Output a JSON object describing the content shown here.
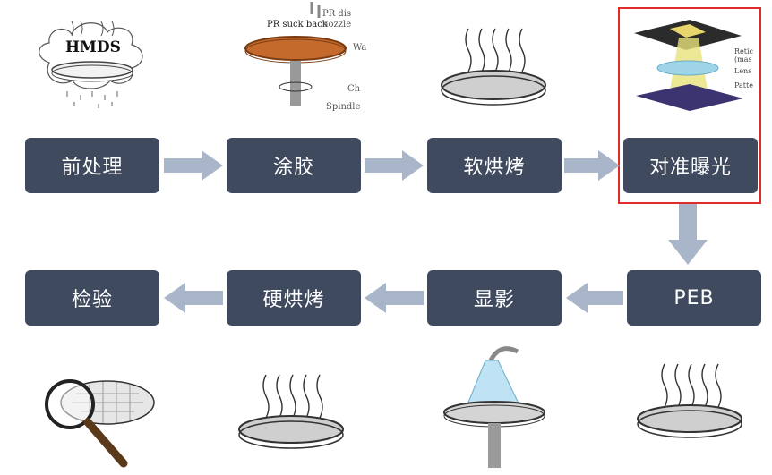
{
  "steps_row1": [
    {
      "id": "pretreat",
      "label": "前处理"
    },
    {
      "id": "coating",
      "label": "涂胶"
    },
    {
      "id": "softbake",
      "label": "软烘烤"
    },
    {
      "id": "exposure",
      "label": "对准曝光"
    }
  ],
  "steps_row2": [
    {
      "id": "inspect",
      "label": "检验"
    },
    {
      "id": "hardbake",
      "label": "硬烘烤"
    },
    {
      "id": "develop",
      "label": "显影"
    },
    {
      "id": "peb",
      "label": "PEB"
    }
  ],
  "illustrations": {
    "hmds": {
      "label": "HMDS"
    },
    "coater": {
      "suck_back": "PR suck back",
      "nozzle_1": "PR dis",
      "nozzle_2": "nozzle",
      "wafer": "Wa",
      "chuck": "Ch",
      "spindle": "Spindle"
    },
    "exposure": {
      "reticle": "Retic",
      "reticle2": "(mas",
      "lens": "Lens",
      "pattern": "Patte"
    }
  },
  "colors": {
    "box": "#3f4a5e",
    "box_text": "#ffffff",
    "arrow": "#a9b6c9",
    "highlight": "#e02b2b"
  }
}
